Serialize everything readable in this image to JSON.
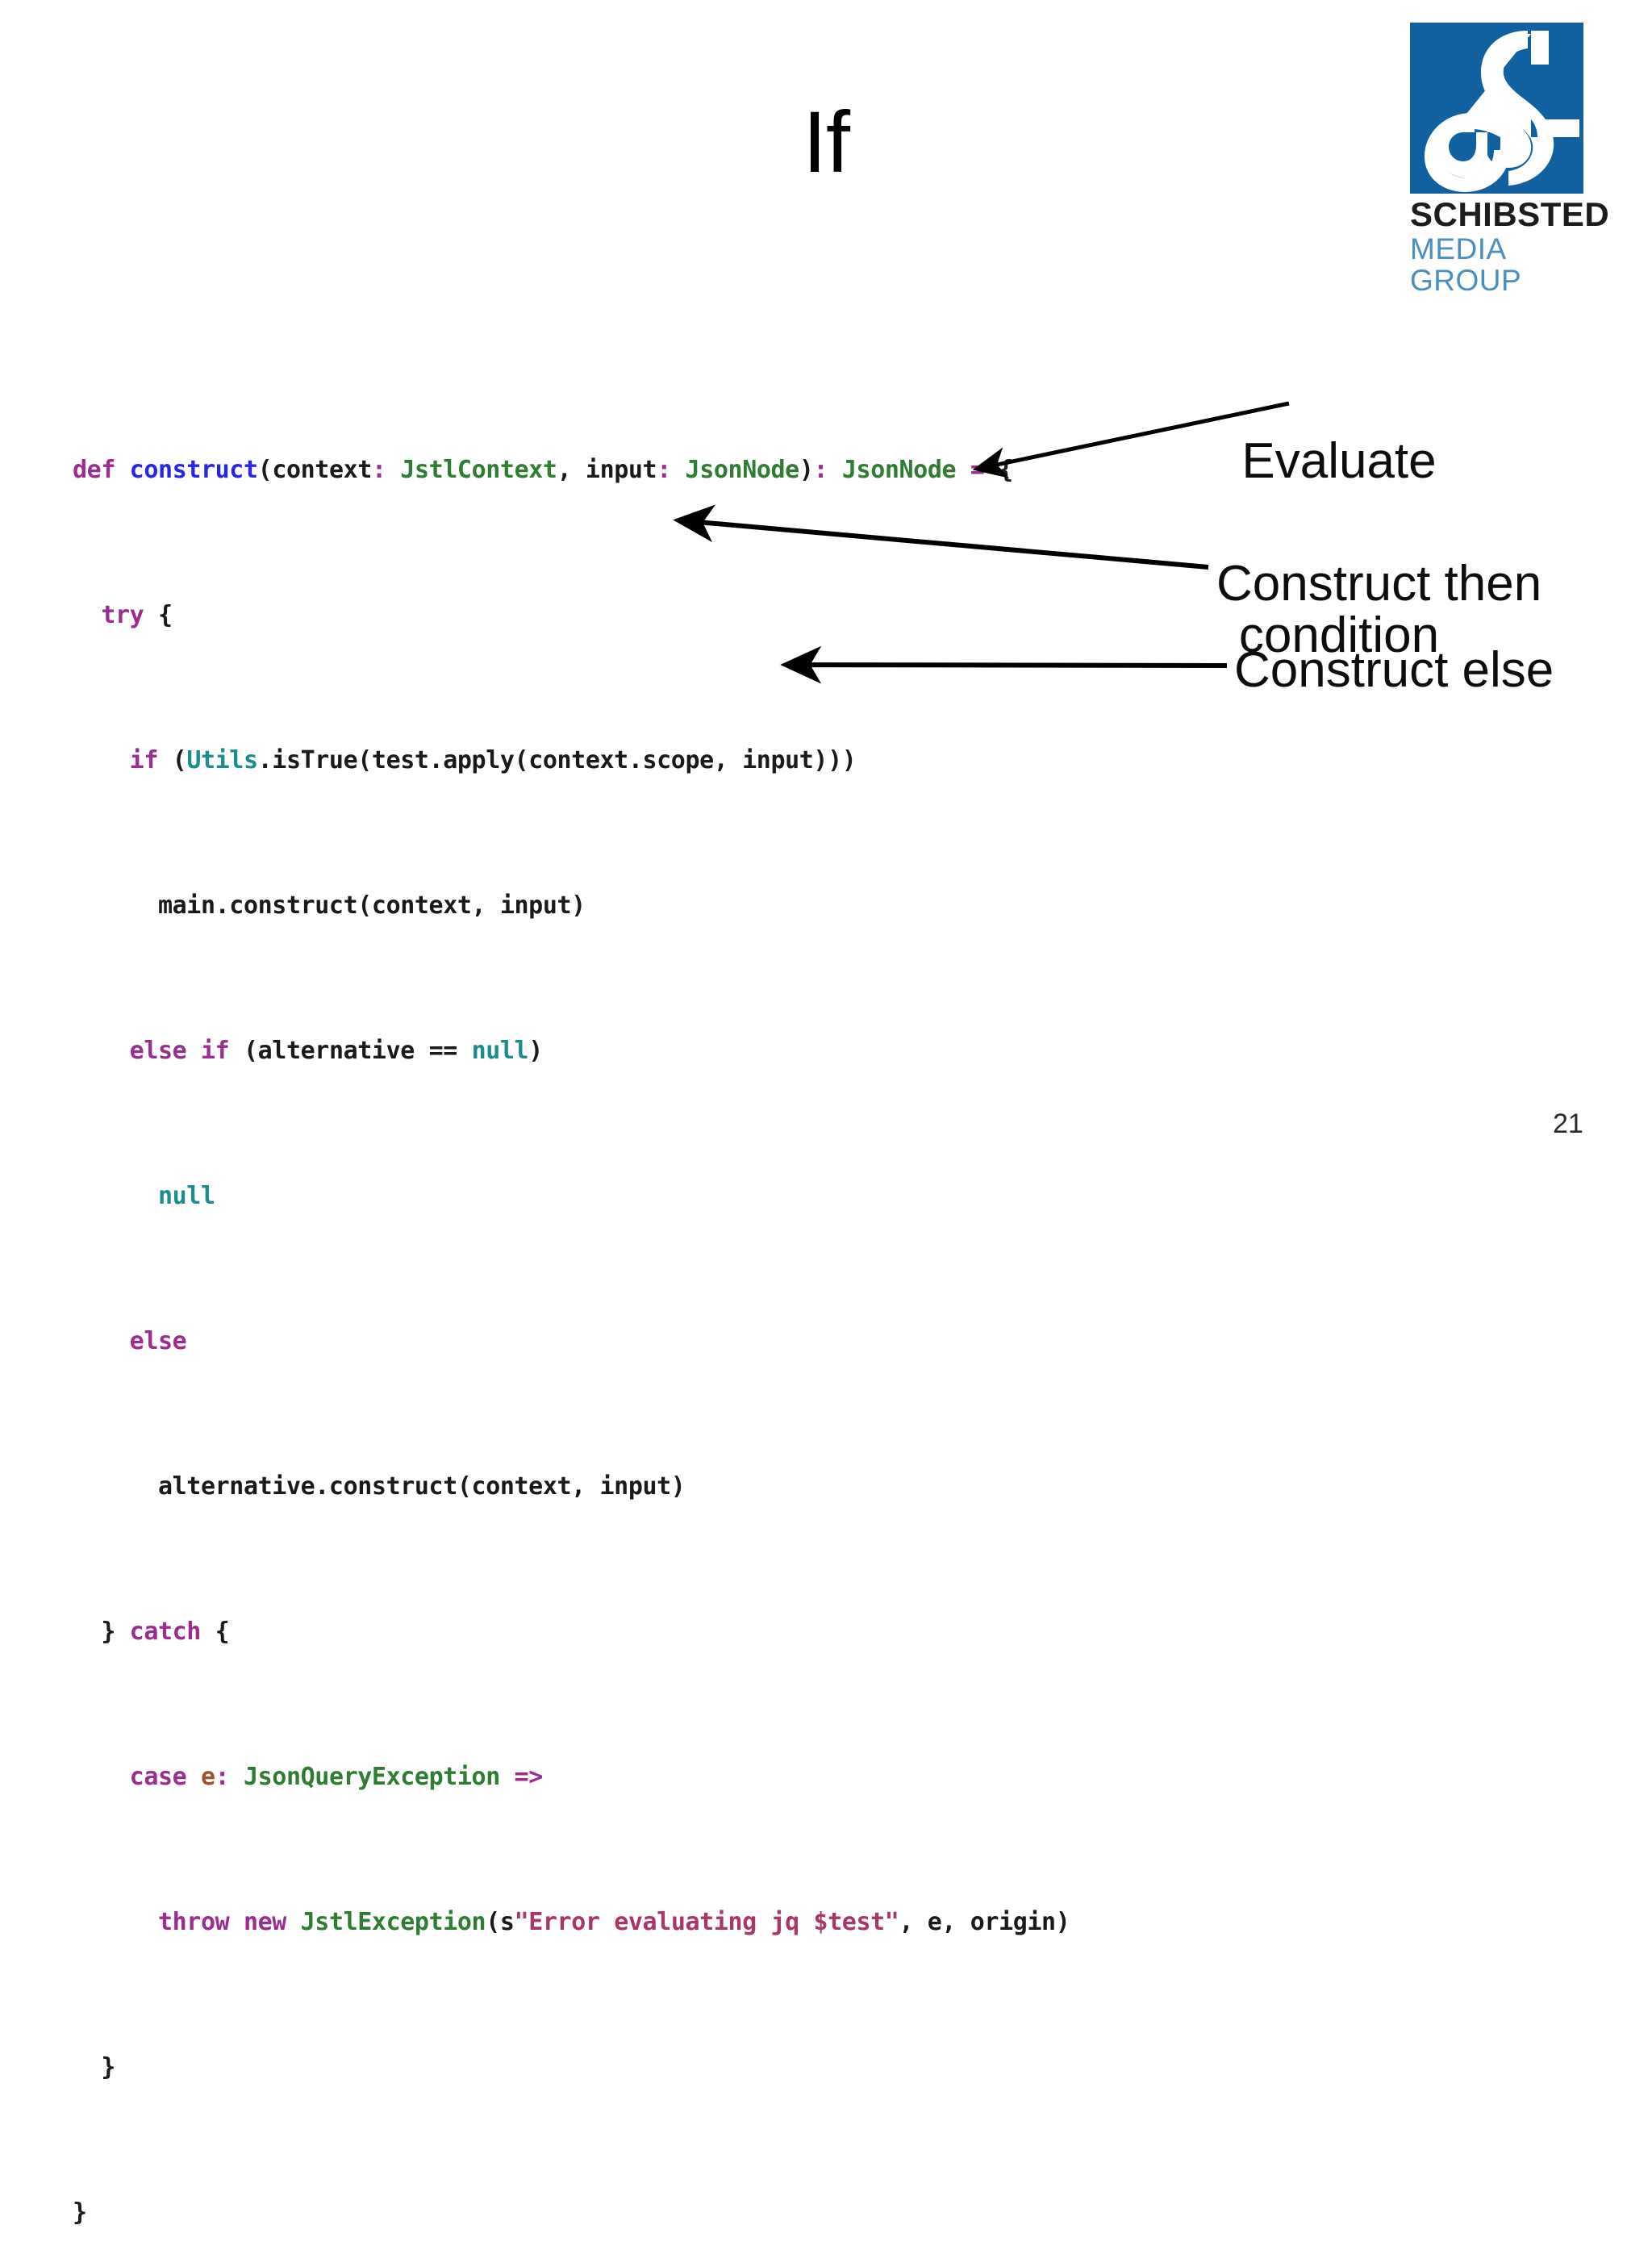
{
  "slide": {
    "title": "If",
    "page_number": "21",
    "background_color": "#ffffff"
  },
  "logo": {
    "name": "schibsted-media-group-logo",
    "wordmark": "SCHIBSTED",
    "subwordmark": "MEDIA GROUP",
    "mark_color": "#11609f",
    "wordmark_color": "#1d1d1b",
    "subwordmark_color": "#4a8fc0"
  },
  "code": {
    "language": "scala",
    "colors": {
      "keyword": "#9b2d8e",
      "function": "#2626e8",
      "type": "#2e7d32",
      "object": "#1c8c8c",
      "string": "#a8366a",
      "variable": "#a0522d",
      "plain": "#1a1a1a"
    },
    "lines": [
      "def construct(context: JstlContext, input: JsonNode): JsonNode = {",
      "  try {",
      "    if (Utils.isTrue(test.apply(context.scope, input)))",
      "      main.construct(context, input)",
      "    else if (alternative == null)",
      "      null",
      "    else",
      "      alternative.construct(context, input)",
      "  } catch {",
      "    case e: JsonQueryException =>",
      "      throw new JstlException(s\"Error evaluating jq $test\", e, origin)",
      "  }",
      "}"
    ],
    "tokens": {
      "l0": {
        "def": "def",
        "construct": "construct",
        "open_paren": "(",
        "context": "context",
        "colon1": ":",
        "jstlcontext": " JstlContext",
        "comma": ", ",
        "input": "input",
        "colon2": ":",
        "jsonnode1": " JsonNode",
        "close_paren": ")",
        "colon3": ":",
        "jsonnode2": " JsonNode",
        "equals": " = ",
        "brace": "{"
      },
      "l1": {
        "try": "try",
        "brace": " {"
      },
      "l2": {
        "if": "if",
        "open": " (",
        "utils": "Utils",
        "rest": ".isTrue(test.apply(context.scope, input)))"
      },
      "l3": {
        "text": "main.construct(context, input)"
      },
      "l4": {
        "else": "else",
        "if": " if",
        "open": " (alternative == ",
        "null": "null",
        "close": ")"
      },
      "l5": {
        "null": "null"
      },
      "l6": {
        "else": "else"
      },
      "l7": {
        "text": "alternative.construct(context, input)"
      },
      "l8": {
        "brace": "} ",
        "catch": "catch",
        "open": " {"
      },
      "l9": {
        "case": "case",
        "e": " e",
        "colon": ":",
        "type": " JsonQueryException",
        "arrow": " =>"
      },
      "l10": {
        "throw": "throw",
        "new": " new",
        "type": " JstlException",
        "open": "(",
        "s": "s",
        "string": "\"Error evaluating jq $test\"",
        "rest": ", e, origin)"
      },
      "l11": {
        "brace": "}"
      },
      "l12": {
        "brace": "}"
      }
    }
  },
  "annotations": [
    {
      "id": "evaluate-condition",
      "line1": "Evaluate",
      "line2": "condition"
    },
    {
      "id": "construct-then",
      "text": "Construct then"
    },
    {
      "id": "construct-else",
      "text": "Construct else"
    }
  ]
}
